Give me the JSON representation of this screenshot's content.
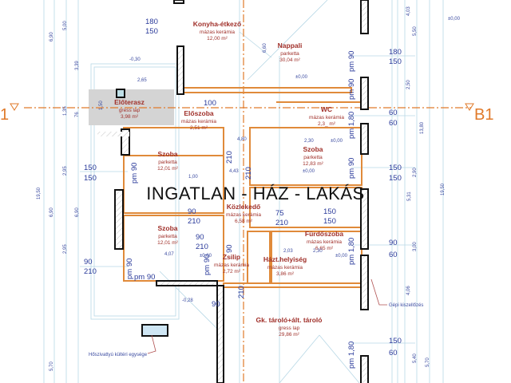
{
  "watermark": "INGATLAN - HÁZ - LAKÁS",
  "section_markers": {
    "left": "1",
    "right": "B1"
  },
  "colors": {
    "wall_outline": "#111111",
    "partition": "#e08a3a",
    "dimension": "#2a3a9a",
    "room_label": "#a0302a",
    "grid": "#a8d0e0",
    "axis_line": "#e07a2a",
    "terrace_fill": "#d0d0d0"
  },
  "rooms": [
    {
      "name": "Konyha-étkező",
      "floor": "mázas kerámia",
      "area": "12,00 m²"
    },
    {
      "name": "Nappali",
      "floor": "parketta",
      "area": "30,04 m²"
    },
    {
      "name": "Előterasz",
      "floor": "gress lap",
      "area": "3,98 m²"
    },
    {
      "name": "Előszoba",
      "floor": "mázas kerámia",
      "area": "2,51 m²"
    },
    {
      "name": "WC",
      "floor": "mázas kerámia",
      "area": "2,3_ m²"
    },
    {
      "name": "Szoba",
      "floor": "parketta",
      "area": "12,01 m²"
    },
    {
      "name": "Szoba",
      "floor": "parketta",
      "area": "12,83 m²"
    },
    {
      "name": "Közlekedő",
      "floor": "mázas kerámia",
      "area": "6,58 m²"
    },
    {
      "name": "Szoba",
      "floor": "parketta",
      "area": "12,01 m²"
    },
    {
      "name": "Fürdőszoba",
      "floor": "mázas kerámia",
      "area": "6,65 m²"
    },
    {
      "name": "Zsilip",
      "floor": "mázas kerámia",
      "area": "2,72 m²"
    },
    {
      "name": "Házt.helyiség",
      "floor": "mázas kerámia",
      "area": "3,86 m²"
    },
    {
      "name": "Gk. tároló+ált. tároló",
      "floor": "gress lap",
      "area": "29,86 m²"
    }
  ],
  "annotations": [
    "Hőszivattyú kültéri egysége",
    "Gépi kiszellőzés"
  ],
  "dimensions_large": [
    "180",
    "150",
    "100",
    "210",
    "180",
    "150",
    "60",
    "60",
    "150",
    "150",
    "90",
    "210",
    "90",
    "210",
    "90",
    "210",
    "75",
    "210",
    "150",
    "150",
    "150",
    "150",
    "90",
    "60",
    "90",
    "210",
    "90",
    "210",
    "150",
    "60",
    "pm 90",
    "pm 90",
    "pm 90",
    "pm 1,80",
    "pm 90",
    "pm 90",
    "pm 90",
    "pm 1,80",
    "pm 1,80",
    "pm 90"
  ],
  "dimensions_small": [
    "-0,30",
    "2,65",
    "1,50",
    "±0,00",
    "6,60",
    "4,80",
    "±0,00",
    "2,30",
    "±0,00",
    "4,43",
    "1,00",
    "±0,00",
    "4,07",
    "2,03",
    "2,30",
    "±0,00",
    "-0,28",
    "5,00",
    "6,90",
    "3,39",
    "1,35",
    "76",
    "2,95",
    "6,90",
    "6,90",
    "2,95",
    "19,50",
    "5,70",
    "4,03",
    "5,50",
    "2,50",
    "13,80",
    "5,31",
    "2,90",
    "3,00",
    "4,06",
    "5,40",
    "5,70",
    "19,50",
    "±0,00"
  ]
}
